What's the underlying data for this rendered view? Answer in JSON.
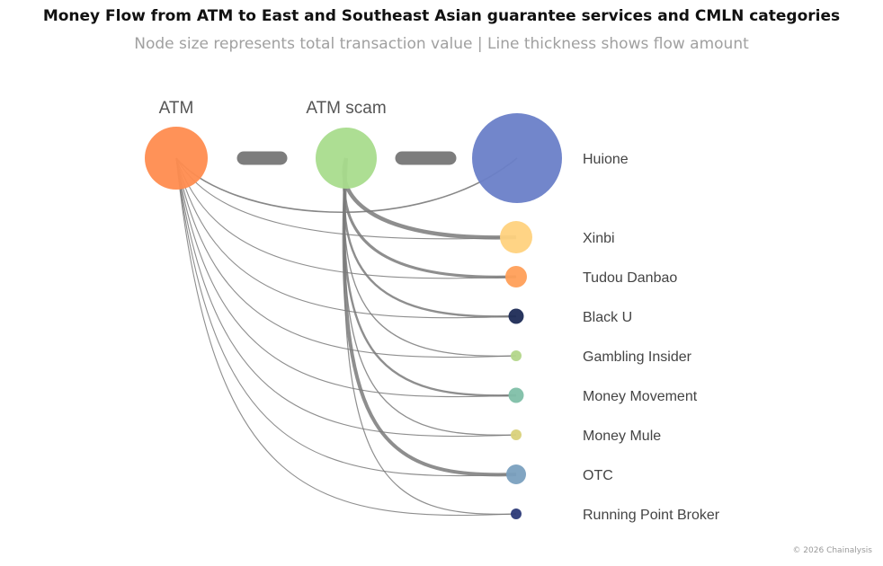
{
  "title": "Money Flow from ATM to East and Southeast Asian guarantee services and CMLN categories",
  "subtitle": "Node size represents total transaction value | Line thickness shows flow amount",
  "copyright": "© 2026 Chainalysis",
  "nodes": {
    "sources": [
      {
        "id": "atm",
        "label": "ATM",
        "color": "#ff8c4f"
      },
      {
        "id": "atm_scam",
        "label": "ATM scam",
        "color": "#a9dc8d"
      }
    ],
    "hub": {
      "id": "huione",
      "label": "Huione",
      "color": "#6a7fc8"
    },
    "targets": [
      {
        "id": "xinbi",
        "label": "Xinbi",
        "color": "#ffd27e"
      },
      {
        "id": "tudou",
        "label": "Tudou Danbao",
        "color": "#ff9f58"
      },
      {
        "id": "blacku",
        "label": "Black U",
        "color": "#1e2b56"
      },
      {
        "id": "gambling",
        "label": "Gambling Insider",
        "color": "#b3d68a"
      },
      {
        "id": "moneymove",
        "label": "Money Movement",
        "color": "#7fbfa8"
      },
      {
        "id": "mule",
        "label": "Money Mule",
        "color": "#d9d17a"
      },
      {
        "id": "otc",
        "label": "OTC",
        "color": "#7aa0bf"
      },
      {
        "id": "runner",
        "label": "Running Point Broker",
        "color": "#2c3a78"
      }
    ]
  },
  "colors": {
    "edge": "#7a7a7a",
    "dash": "#7d7d7d",
    "label": "#444444"
  }
}
